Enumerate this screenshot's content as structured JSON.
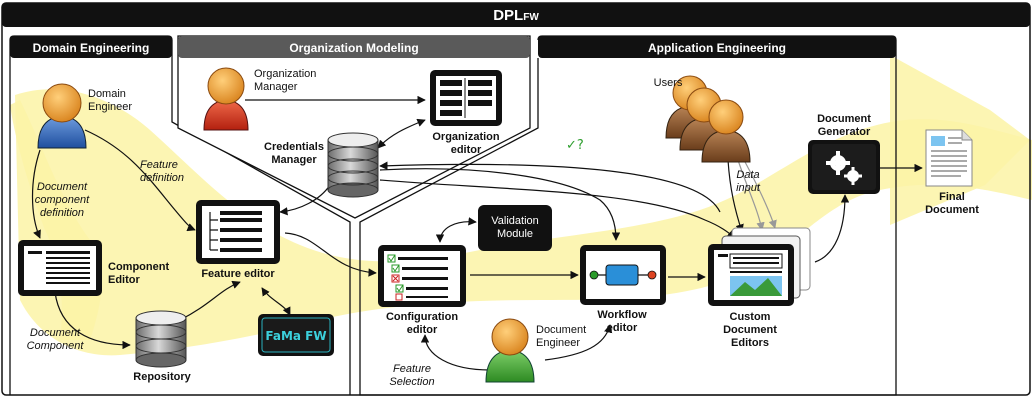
{
  "title": {
    "main": "DPL",
    "sub": "FW"
  },
  "sections": {
    "domain": "Domain Engineering",
    "organization": "Organization Modeling",
    "application": "Application Engineering"
  },
  "actors": {
    "domain_engineer": [
      "Domain",
      "Engineer"
    ],
    "org_manager": [
      "Organization",
      "Manager"
    ],
    "users": "Users",
    "doc_engineer": [
      "Document",
      "Engineer"
    ]
  },
  "nodes": {
    "org_editor": [
      "Organization",
      "editor"
    ],
    "credentials": [
      "Credentials",
      "Manager"
    ],
    "feature_editor": "Feature editor",
    "component_editor": [
      "Component",
      "Editor"
    ],
    "repository": "Repository",
    "fama": "FaMa FW",
    "validation": [
      "Validation",
      "Module"
    ],
    "config_editor": [
      "Configuration",
      "editor"
    ],
    "workflow_editor": [
      "Workflow",
      "editor"
    ],
    "custom_editors": [
      "Custom",
      "Document",
      "Editors"
    ],
    "doc_generator": [
      "Document",
      "Generator"
    ],
    "final_doc": [
      "Final",
      "Document"
    ]
  },
  "edge_labels": {
    "feature_definition": [
      "Feature",
      "definition"
    ],
    "doc_comp_def": [
      "Document",
      "component",
      "definition"
    ],
    "doc_component": [
      "Document",
      "Component"
    ],
    "data_input": [
      "Data",
      "input"
    ],
    "feature_selection": [
      "Feature",
      "Selection"
    ],
    "check": "✓?"
  },
  "colors": {
    "header_dark": "#111111",
    "header_gray": "#5a5a5a",
    "flow_yellow": "#fbf3a6",
    "check_green": "#2e9e2e"
  }
}
